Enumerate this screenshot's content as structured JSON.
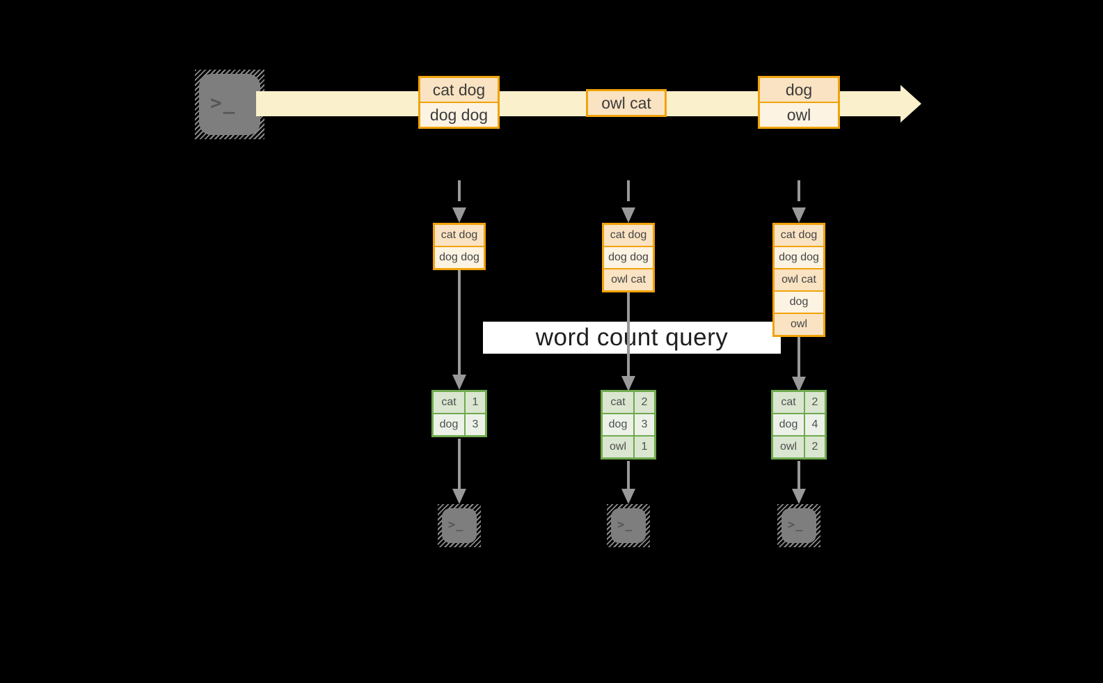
{
  "band": {
    "label": "word count query"
  },
  "icons": {
    "prompt_glyph": ">_"
  },
  "stream": {
    "batches": [
      {
        "rows": [
          "cat dog",
          "dog dog"
        ]
      },
      {
        "rows": [
          "owl cat"
        ]
      },
      {
        "rows": [
          "dog",
          "owl"
        ]
      }
    ]
  },
  "states": [
    {
      "rows": [
        "cat dog",
        "dog dog"
      ]
    },
    {
      "rows": [
        "cat dog",
        "dog dog",
        "owl cat"
      ]
    },
    {
      "rows": [
        "cat dog",
        "dog dog",
        "owl cat",
        "dog",
        "owl"
      ]
    }
  ],
  "results": [
    {
      "rows": [
        {
          "word": "cat",
          "count": "1"
        },
        {
          "word": "dog",
          "count": "3"
        }
      ]
    },
    {
      "rows": [
        {
          "word": "cat",
          "count": "2"
        },
        {
          "word": "dog",
          "count": "3"
        },
        {
          "word": "owl",
          "count": "1"
        }
      ]
    },
    {
      "rows": [
        {
          "word": "cat",
          "count": "2"
        },
        {
          "word": "dog",
          "count": "4"
        },
        {
          "word": "owl",
          "count": "2"
        }
      ]
    }
  ],
  "colors": {
    "background": "#000000",
    "stream_fill": "#FAF0CC",
    "box_border": "#F0A30A",
    "box_fill_dark": "#FAE3C2",
    "box_fill_light": "#FDF3E3",
    "table_border": "#6FA94E",
    "table_fill_dark": "#DAE6D0",
    "table_fill_light": "#EDF2E9",
    "arrow_gray": "#999999",
    "band_bg": "#FFFFFF"
  }
}
